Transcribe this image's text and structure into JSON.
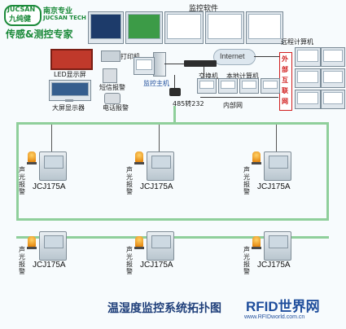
{
  "brand": {
    "logo_text_en": "JUCSAN",
    "logo_text_cn": "九纯健",
    "slogan": "传感&测控专家",
    "company_cn": "南京专业",
    "company_en": "JUCSAN TECH",
    "colors": {
      "green": "#1b8a3a",
      "red": "#d11f1f"
    }
  },
  "top": {
    "software_label": "监控软件",
    "remote_pc_label": "远程计算机",
    "internet_label": "Internet",
    "external_network_label": "外部互联网"
  },
  "left_devices": {
    "led_label": "LED显示屏",
    "big_screen_label": "大屏显示器",
    "printer_label": "打印机",
    "sms_alarm_label": "短信报警",
    "phone_alarm_label": "电话报警",
    "host_label": "监控主机",
    "converter_label": "485转232"
  },
  "network": {
    "switch_label": "交换机",
    "local_pc_label": "本地计算机",
    "intranet_label": "内部网"
  },
  "devices": [
    {
      "name": "JCJ175A",
      "alarm": "声光报警"
    },
    {
      "name": "JCJ175A",
      "alarm": "声光报警"
    },
    {
      "name": "JCJ175A",
      "alarm": "声光报警"
    },
    {
      "name": "JCJ175A",
      "alarm": "声光报警"
    },
    {
      "name": "JCJ175A",
      "alarm": "声光报警"
    },
    {
      "name": "JCJ175A",
      "alarm": "声光报警"
    }
  ],
  "footer": {
    "title": "温湿度监控系统拓扑图",
    "watermark": "RFID世界网",
    "watermark_url": "www.RFIDworld.com.cn"
  }
}
